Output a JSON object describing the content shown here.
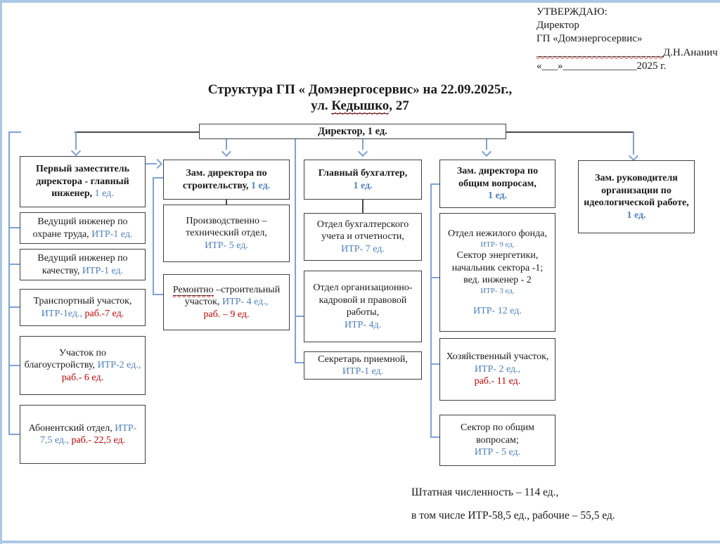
{
  "approval": {
    "heading": "УТВЕРЖДАЮ:",
    "position": "Директор",
    "company": "ГП «Домэнергосервис»",
    "signature_blank": "________________________",
    "signature_name": "Д.Н.Ананич",
    "date_prefix": "«___»",
    "date_blank": "______________",
    "date_suffix": "2025 г."
  },
  "title": {
    "line1": "Структура ГП « Домэнергосервис»  на 22.09.2025г.,",
    "street_prefix": "ул. ",
    "street_name": "Кедышко",
    "street_suffix": ", 27"
  },
  "org": {
    "director": {
      "label": "Директор, 1 ед."
    },
    "col1": {
      "head": {
        "name": "Первый заместитель директора - главный инженер,",
        "unit": " 1 ед."
      },
      "b1": {
        "name": "Ведущий инженер по охране труда,",
        "itr": " ИТР-1 ед."
      },
      "b2": {
        "name": "Ведущий инженер по качеству,",
        "itr": " ИТР-1 ед."
      },
      "b3": {
        "name": "Транспортный участок,",
        "itr": " ИТР-1ед.,",
        "rab": " раб.-7 ед."
      },
      "b4": {
        "name": "Участок по благоустройству,",
        "itr": " ИТР-2 ед.,",
        "rab": "  раб.- 6 ед."
      },
      "b5": {
        "name": "Абонентский отдел,",
        "itr": " ИТР- 7,5 ед.,",
        "rab": " раб.- 22,5 ед."
      }
    },
    "col2": {
      "head": {
        "name": "Зам. директора по строительству,",
        "unit": " 1 ед."
      },
      "b1": {
        "name": "Производственно – технический отдел,",
        "itr": "ИТР- 5 ед."
      },
      "b2": {
        "name_underlined": "Ремонтно",
        "name_rest": " –строительный участок,",
        "itr": " ИТР- 4 ед.,",
        "rab": "раб. – 9 ед."
      }
    },
    "col3": {
      "head": {
        "name": "Главный бухгалтер,",
        "unit": "1 ед."
      },
      "b1": {
        "name": "Отдел бухгалтерского учета и отчетности,",
        "itr": "ИТР- 7 ед."
      },
      "b2": {
        "name": "Отдел организационно-кадровой и правовой работы,",
        "itr": "ИТР- 4д."
      },
      "b3": {
        "name": "Секретарь приемной,",
        "itr": "ИТР-1 ед."
      }
    },
    "col4": {
      "head": {
        "name": "Зам. директора по общим вопросам,",
        "unit": "1 ед."
      },
      "b1": {
        "line1": "Отдел нежилого фонда,",
        "line2": "ИТР- 9 ед.",
        "line3": "Сектор энергетики,",
        "line4": "начальник сектора -1;",
        "line5": "вед. инженер - 2",
        "line6": "ИТР- 3 ед.",
        "total": "ИТР- 12 ед."
      },
      "b2": {
        "name": "Хозяйственный участок,",
        "itr": "ИТР- 2 ед.,",
        "rab": "раб.- 11  ед."
      },
      "b3": {
        "name": "Сектор по общим вопросам;",
        "itr": "ИТР - 5 ед."
      }
    },
    "col5": {
      "head": {
        "name": "Зам. руководителя организации по идеологической работе,",
        "unit": "1 ед."
      }
    }
  },
  "footer": {
    "line1": "Штатная численность – 114 ед.,",
    "line2": "в том числе ИТР-58,5 ед., рабочие – 55,5 ед."
  },
  "colors": {
    "accent_blue": "#4f81bd",
    "accent_red": "#c00000",
    "connector_blue": "#7fa3d4",
    "connector_dark": "#4a4a4a",
    "frame_blue": "#aac8e4"
  }
}
